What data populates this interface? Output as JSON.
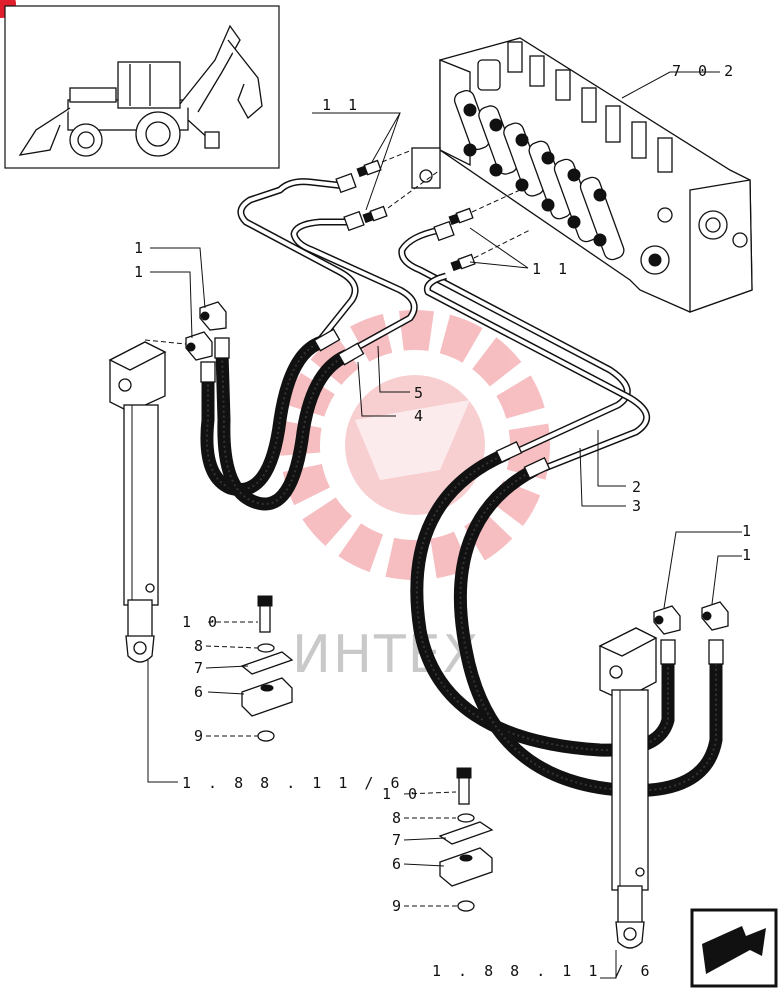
{
  "labels": {
    "l_11a": "1 1",
    "l_11b": "1 1",
    "l_702": "7 0 2",
    "l_1a": "1",
    "l_1b": "1",
    "l_1c": "1",
    "l_1d": "1",
    "l_5": "5",
    "l_4": "4",
    "l_2": "2",
    "l_3": "3",
    "l_10a": "1 0",
    "l_8a": "8",
    "l_7a": "7",
    "l_6a": "6",
    "l_9a": "9",
    "l_10b": "1 0",
    "l_8b": "8",
    "l_7b": "7",
    "l_6b": "6",
    "l_9b": "9",
    "ref_a": "1 . 8 8 . 1 1 / 6",
    "ref_b": "1 . 8 8 . 1 1 / 6"
  },
  "watermark": "ИНТЕХ",
  "colors": {
    "line": "#111111",
    "watermark_red": "#e8414a",
    "watermark_gray": "#c9c9c9",
    "corner_mark": "#e0202c"
  }
}
